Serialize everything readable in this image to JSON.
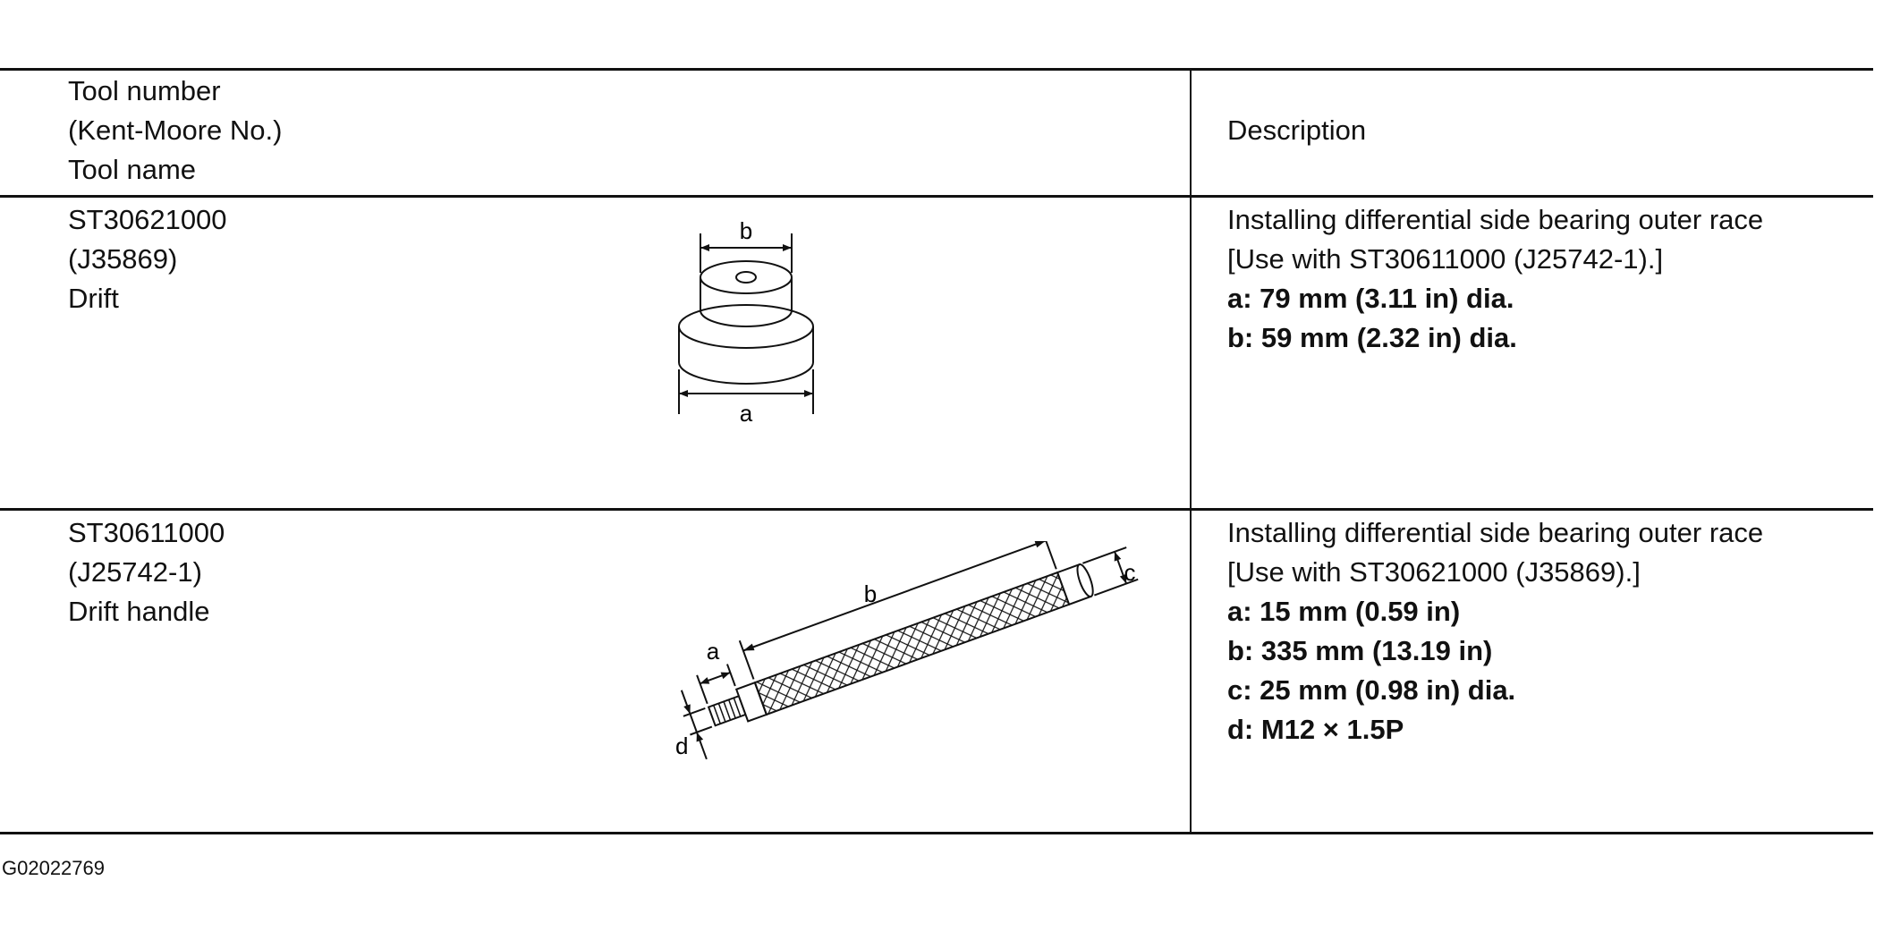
{
  "table": {
    "header": {
      "tool_col": [
        "Tool number",
        "(Kent-Moore No.)",
        "Tool name"
      ],
      "description_col": "Description"
    },
    "rows": [
      {
        "tool_number": "ST30621000",
        "kent_moore": "(J35869)",
        "tool_name": "Drift",
        "figure": {
          "icon": "drift-illustration",
          "labels": [
            "b",
            "a"
          ]
        },
        "description": "Installing differential side bearing outer race",
        "note": "[Use with ST30611000 (J25742-1).]",
        "specs": [
          "a: 79 mm (3.11 in) dia.",
          "b: 59 mm (2.32 in) dia."
        ]
      },
      {
        "tool_number": "ST30611000",
        "kent_moore": "(J25742-1)",
        "tool_name": "Drift handle",
        "figure": {
          "icon": "drift-handle-illustration",
          "labels": [
            "b",
            "c",
            "a",
            "d"
          ]
        },
        "description": "Installing differential side bearing outer race",
        "note": "[Use with ST30621000 (J35869).]",
        "specs": [
          "a: 15 mm (0.59 in)",
          "b: 335 mm (13.19 in)",
          "c: 25 mm (0.98 in) dia.",
          "d: M12 × 1.5P"
        ]
      }
    ]
  },
  "footer": {
    "figure_id": "G02022769"
  }
}
